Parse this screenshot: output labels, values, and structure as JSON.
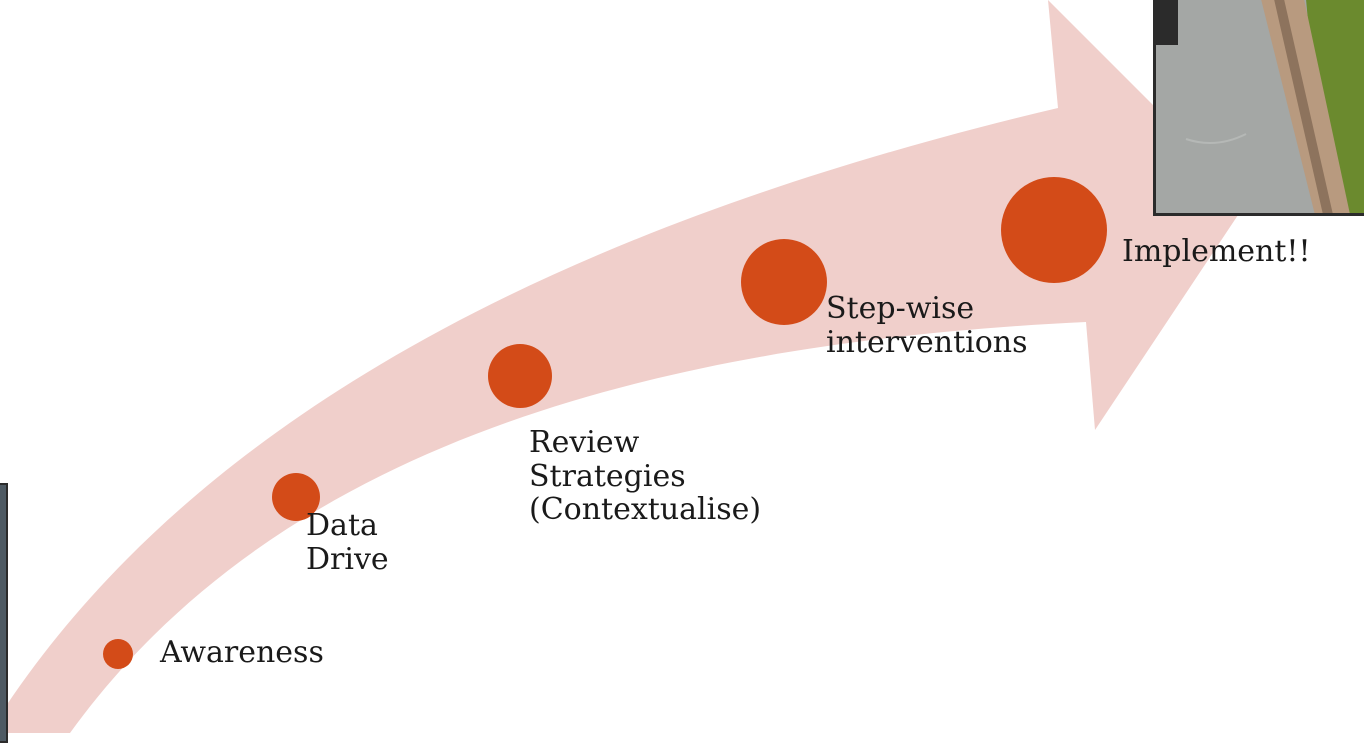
{
  "diagram": {
    "arrow_color": "#f0cfcb",
    "node_color": "#d34b18",
    "photo_icon": "road-curb-photo",
    "steps": [
      {
        "id": "awareness",
        "lines": [
          "Awareness"
        ]
      },
      {
        "id": "data-drive",
        "lines": [
          "Data",
          "Drive"
        ]
      },
      {
        "id": "review-strategies",
        "lines": [
          "Review",
          "Strategies",
          "(Contextualise)"
        ]
      },
      {
        "id": "step-wise-interventions",
        "lines": [
          "Step-wise",
          "interventions"
        ]
      },
      {
        "id": "implement",
        "lines": [
          "Implement!!"
        ]
      }
    ]
  }
}
